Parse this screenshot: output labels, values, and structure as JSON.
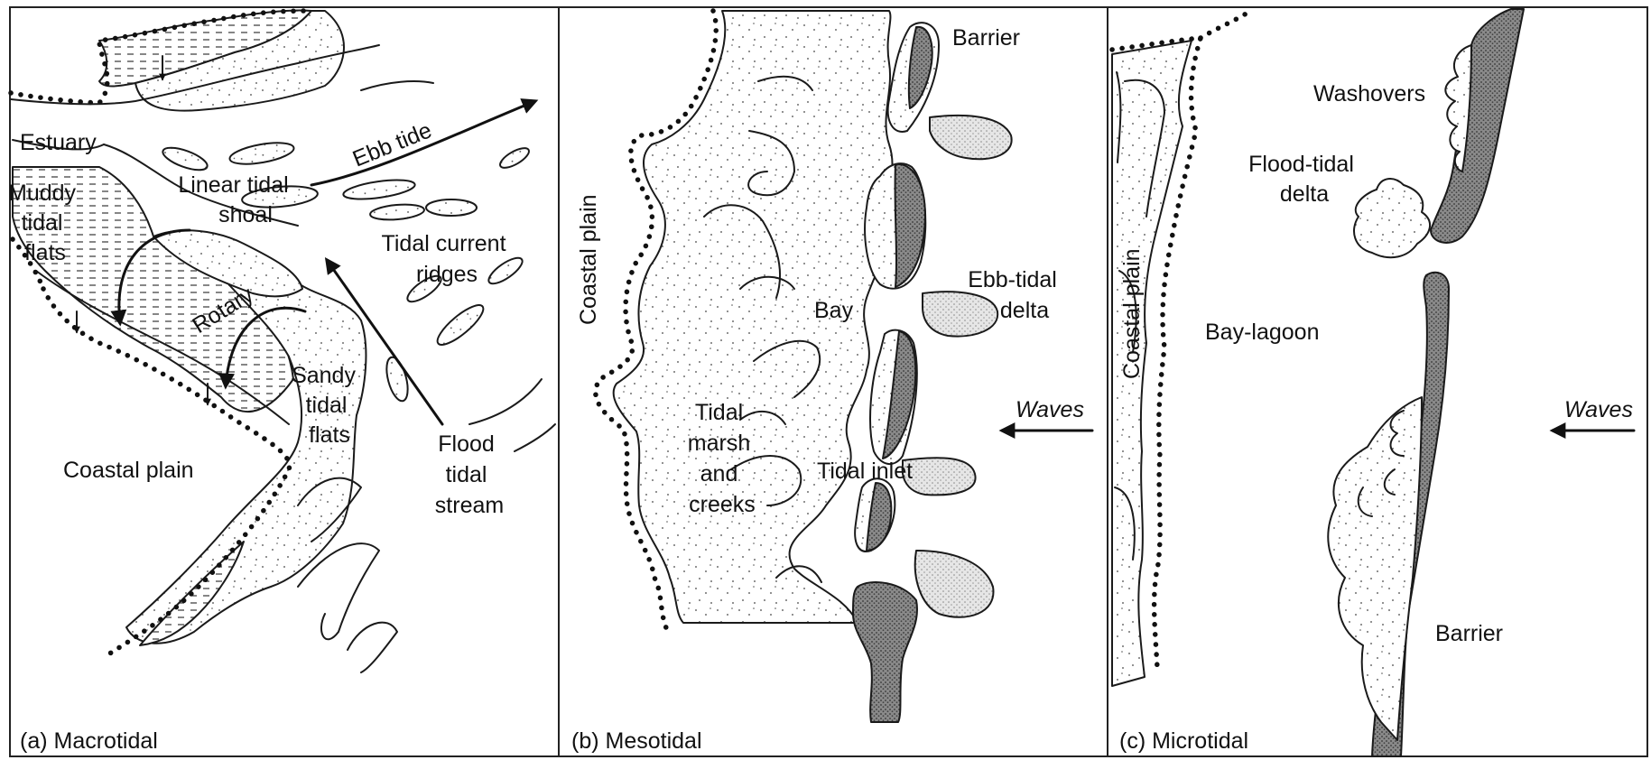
{
  "panels": {
    "macro": {
      "caption": "(a) Macrotidal",
      "labels": {
        "estuary": "Estuary",
        "ebb_tide": "Ebb tide",
        "muddy": [
          "Muddy",
          "tidal",
          "flats"
        ],
        "linear_shoal": [
          "Linear tidal",
          "shoal"
        ],
        "tidal_current": [
          "Tidal current",
          "ridges"
        ],
        "rotary": "Rotary",
        "sandy": [
          "Sandy",
          "tidal",
          "flats"
        ],
        "coastal_plain": "Coastal plain",
        "flood_stream": [
          "Flood",
          "tidal",
          "stream"
        ]
      }
    },
    "meso": {
      "caption": "(b) Mesotidal",
      "labels": {
        "barrier": "Barrier",
        "coastal_plain": "Coastal plain",
        "ebb_delta": [
          "Ebb-tidal",
          "delta"
        ],
        "bay": "Bay",
        "waves": "Waves",
        "tidal_marsh": [
          "Tidal",
          "marsh",
          "and",
          "creeks"
        ],
        "tidal_inlet": "Tidal inlet"
      }
    },
    "micro": {
      "caption": "(c) Microtidal",
      "labels": {
        "washovers": "Washovers",
        "flood_delta": [
          "Flood-tidal",
          "delta"
        ],
        "coastal_plain": "Coastal plain",
        "bay_lagoon": "Bay-lagoon",
        "waves": "Waves",
        "barrier": "Barrier"
      }
    }
  }
}
